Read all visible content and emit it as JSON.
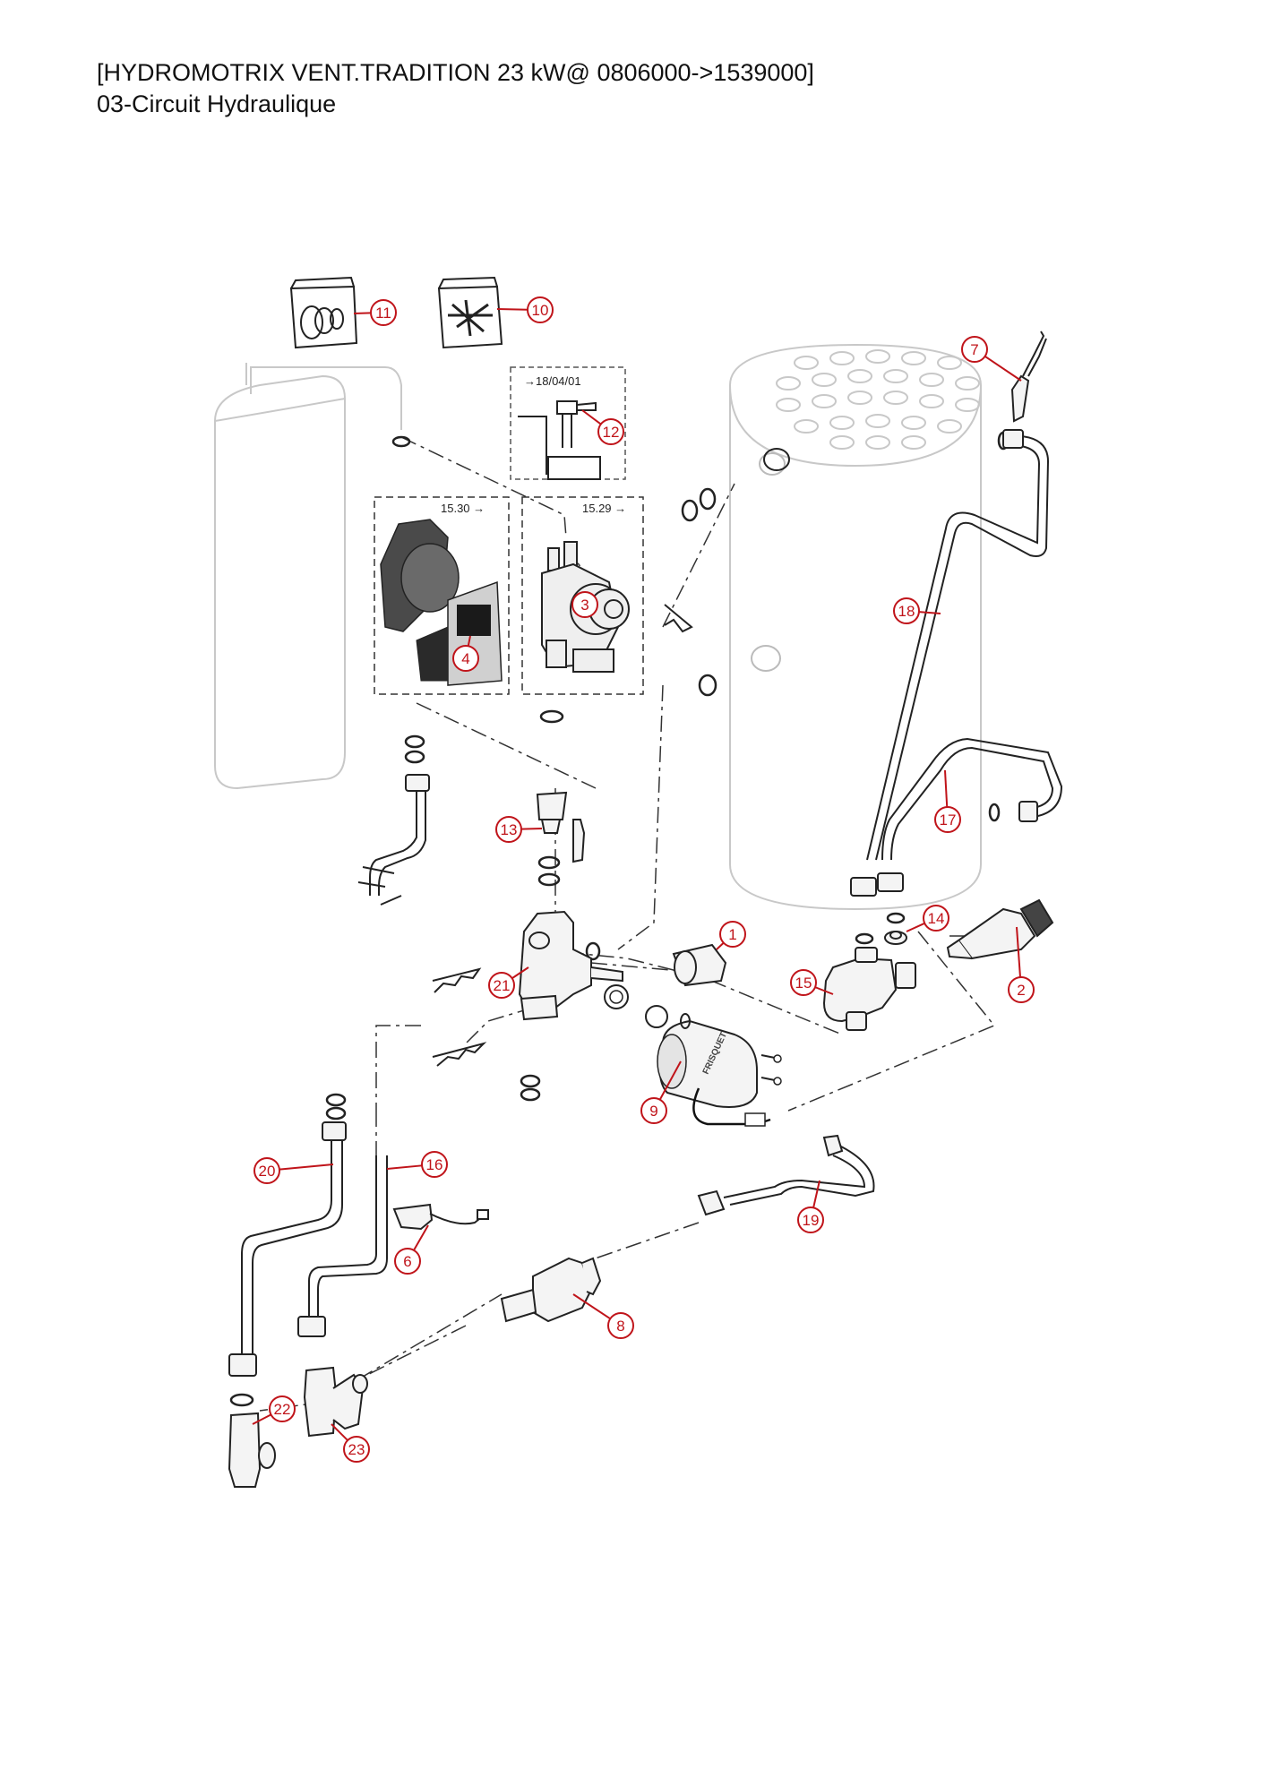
{
  "header": {
    "title": "[HYDROMOTRIX VENT.TRADITION 23 kW@ 0806000->1539000]",
    "subtitle": "03-Circuit Hydraulique"
  },
  "insets": {
    "inset_4": "15.30 →",
    "inset_3": "15.29 →",
    "inset_12": "→18/04/01"
  },
  "brand_label": "FRISQUET",
  "callouts": [
    "1",
    "2",
    "3",
    "4",
    "6",
    "7",
    "8",
    "9",
    "10",
    "11",
    "12",
    "13",
    "14",
    "15",
    "16",
    "17",
    "18",
    "19",
    "20",
    "21",
    "22",
    "23"
  ],
  "colors": {
    "callout": "#c0141a",
    "line": "#222222",
    "ghost": "#c8c8c8"
  }
}
